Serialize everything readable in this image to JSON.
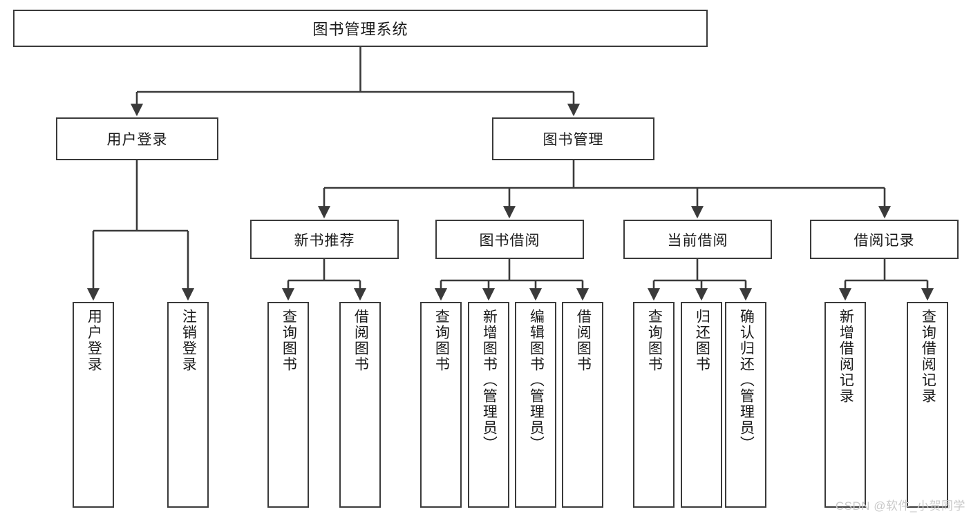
{
  "diagram": {
    "title": "图书管理系统",
    "type": "tree",
    "stroke_color": "#3a3a3a",
    "fill_color": "#ffffff",
    "text_color": "#1a1a1a",
    "root": {
      "label": "图书管理系统"
    },
    "level2": [
      {
        "label": "用户登录"
      },
      {
        "label": "图书管理"
      }
    ],
    "level3": [
      {
        "label": "新书推荐"
      },
      {
        "label": "图书借阅"
      },
      {
        "label": "当前借阅"
      },
      {
        "label": "借阅记录"
      }
    ],
    "leaves": {
      "user_login": [
        {
          "label": "用户登录"
        },
        {
          "label": "注销登录"
        }
      ],
      "new_book_recommend": [
        {
          "label": "查询图书"
        },
        {
          "label": "借阅图书"
        }
      ],
      "book_borrow": [
        {
          "label": "查询图书"
        },
        {
          "label": "新增图书（管理员）"
        },
        {
          "label": "编辑图书（管理员）"
        },
        {
          "label": "借阅图书"
        }
      ],
      "current_borrow": [
        {
          "label": "查询图书"
        },
        {
          "label": "归还图书"
        },
        {
          "label": "确认归还（管理员）"
        }
      ],
      "borrow_record": [
        {
          "label": "新增借阅记录"
        },
        {
          "label": "查询借阅记录"
        }
      ]
    }
  },
  "watermark": {
    "text": "CSDN @软件_小贺同学"
  }
}
